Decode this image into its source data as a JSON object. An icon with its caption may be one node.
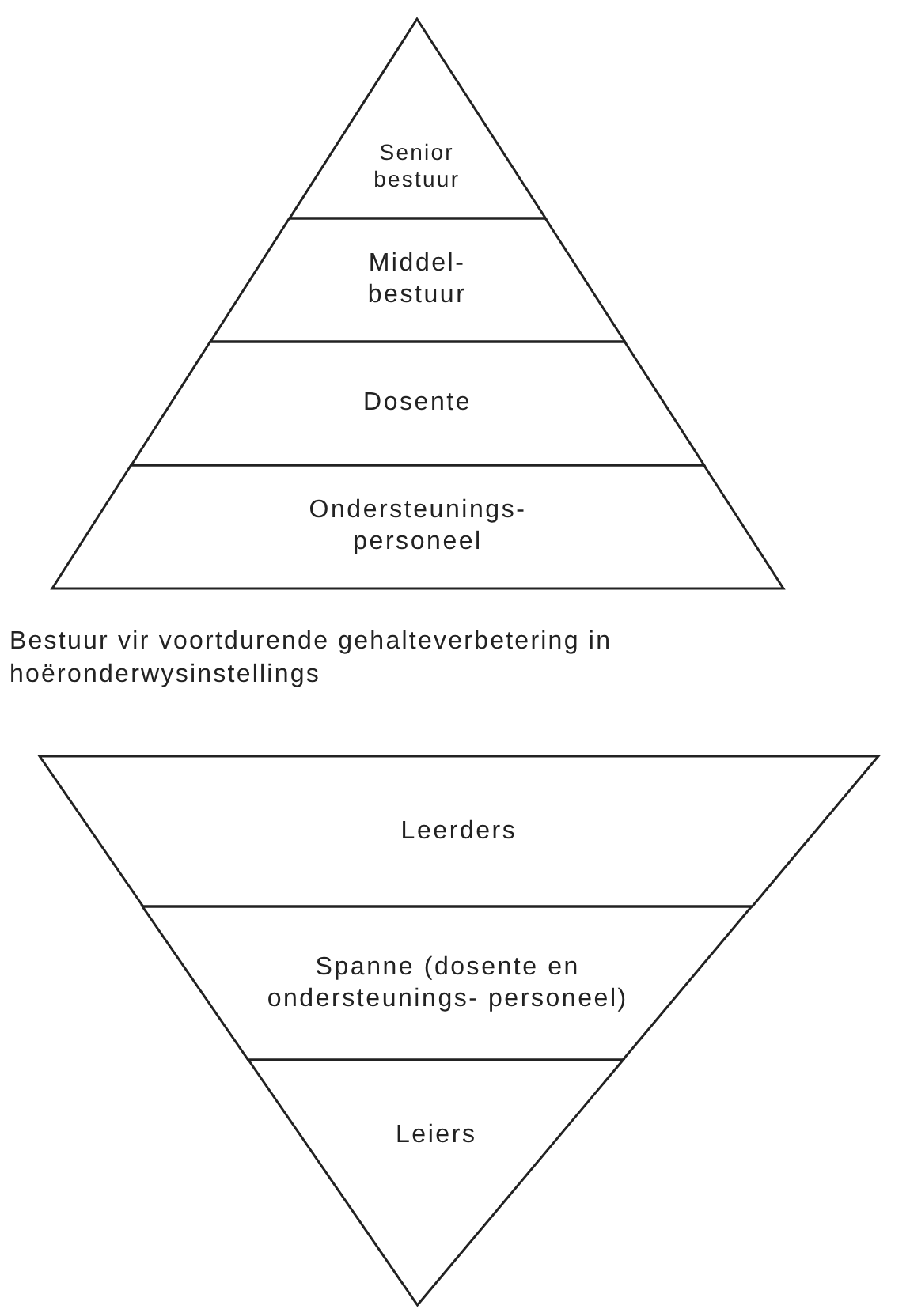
{
  "diagram": {
    "caption": "Bestuur vir voortdurende gehalteverbetering in hoëronderwysinstellings",
    "nodes": [
      {
        "text": [
          "Senior bestuur"
        ]
      },
      {
        "text": [
          "Middel- bestuur"
        ]
      },
      {
        "text": [
          "Dosente"
        ]
      },
      {
        "text": [
          "Ondersteunings- personeel"
        ]
      },
      {
        "text": [
          "Leerders"
        ]
      },
      {
        "text": [
          "Spanne (dosente en ondersteunings- personeel)"
        ]
      },
      {
        "text": [
          "Leiers"
        ]
      }
    ]
  }
}
